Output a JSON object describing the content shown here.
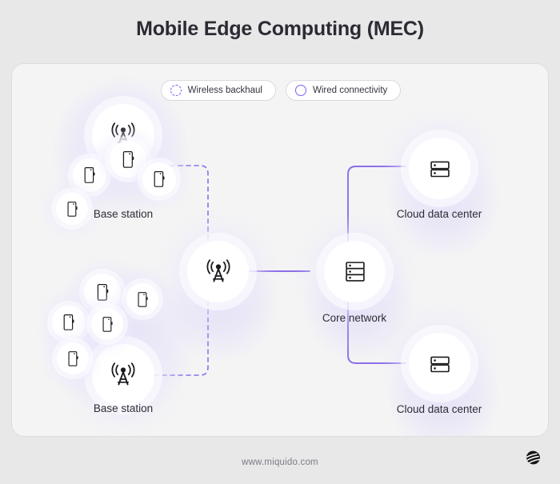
{
  "title": "Mobile Edge Computing (MEC)",
  "colors": {
    "page_background": "#e8e8e9",
    "panel_background": "#f4f4f5",
    "accent_purple": "#8b6fe8",
    "legend_purple": "#7c5cfa",
    "title_text": "#2b2b33",
    "label_text": "#2d2d36",
    "footer_text": "#7b7b83",
    "icon_stroke": "#1b1b1f"
  },
  "legend": {
    "items": [
      {
        "label": "Wireless backhaul",
        "icon": "dashed-circle-icon",
        "style": "dashed",
        "color": "#7c5cfa"
      },
      {
        "label": "Wired connectivity",
        "icon": "solid-circle-icon",
        "style": "solid",
        "color": "#7c5cfa"
      }
    ]
  },
  "diagram": {
    "nodes": [
      {
        "id": "base-station-top",
        "label": "Base station",
        "icon": "antenna-tower-icon",
        "devices": 4
      },
      {
        "id": "base-station-bottom",
        "label": "Base station",
        "icon": "antenna-tower-icon",
        "devices": 5
      },
      {
        "id": "edge-hub",
        "label": "",
        "icon": "antenna-tower-icon",
        "devices": 0
      },
      {
        "id": "core-network",
        "label": "Core network",
        "icon": "server-rack-icon",
        "devices": 0
      },
      {
        "id": "cloud-top",
        "label": "Cloud data center",
        "icon": "server-stack-icon",
        "devices": 0
      },
      {
        "id": "cloud-bottom",
        "label": "Cloud data center",
        "icon": "server-stack-icon",
        "devices": 0
      }
    ],
    "links": [
      {
        "from": "base-station-top",
        "to": "edge-hub",
        "type": "wireless backhaul"
      },
      {
        "from": "base-station-bottom",
        "to": "edge-hub",
        "type": "wireless backhaul"
      },
      {
        "from": "edge-hub",
        "to": "core-network",
        "type": "wired connectivity"
      },
      {
        "from": "core-network",
        "to": "cloud-top",
        "type": "wired connectivity"
      },
      {
        "from": "core-network",
        "to": "cloud-bottom",
        "type": "wired connectivity"
      }
    ]
  },
  "footer": {
    "url": "www.miquido.com",
    "logo": "miquido-logo-icon"
  }
}
